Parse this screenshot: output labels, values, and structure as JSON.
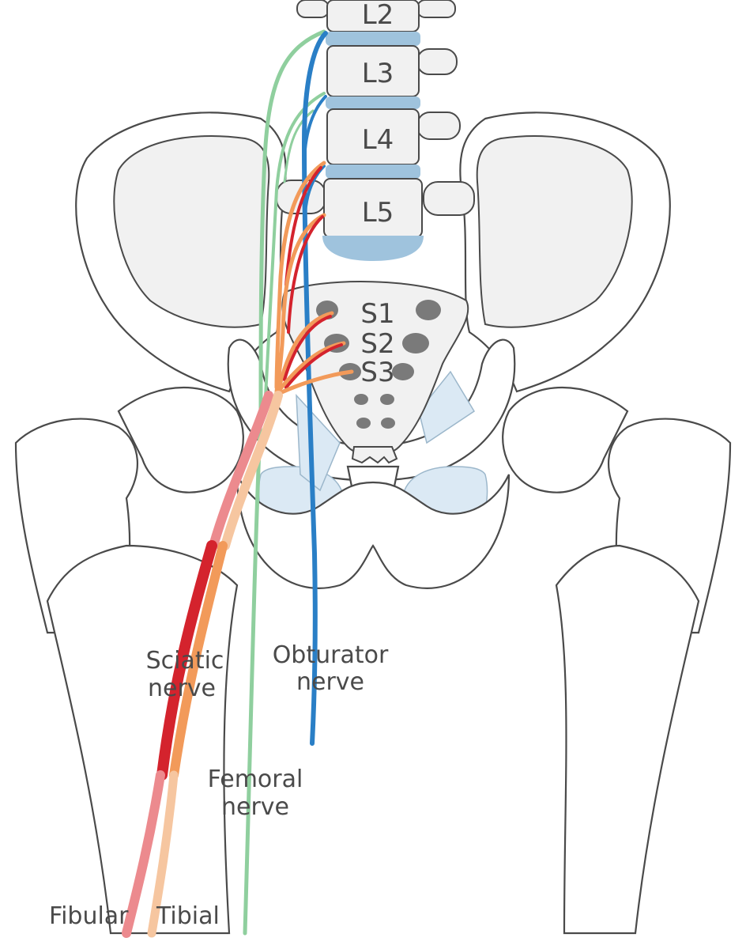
{
  "vertebrae": {
    "l2": "L2",
    "l3": "L3",
    "l4": "L4",
    "l5": "L5",
    "s1": "S1",
    "s2": "S2",
    "s3": "S3"
  },
  "nerves": {
    "sciatic": [
      "Sciatic",
      "nerve"
    ],
    "obturator": [
      "Obturator",
      "nerve"
    ],
    "femoral": [
      "Femoral",
      "nerve"
    ],
    "fibular": "Fibular",
    "tibial": "Tibial"
  },
  "colors": {
    "femoral": "#8fcf9e",
    "obturator": "#2a7fc6",
    "sciatic_fibular": "#d4232d",
    "sciatic_tibial": "#f29a5a",
    "fibular_light": "#ec8a8e",
    "tibial_light": "#f6c6a0",
    "bone_outline": "#4a4a4a",
    "disc": "#9fc3dd",
    "foramen": "#7a7a7a"
  }
}
